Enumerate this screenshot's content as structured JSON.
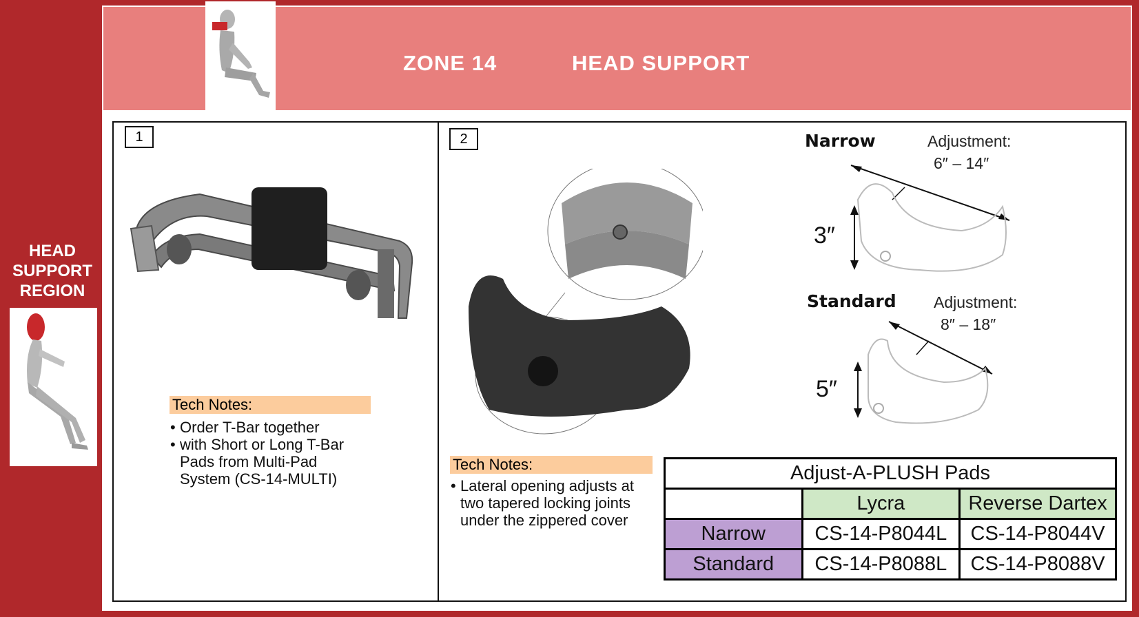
{
  "header": {
    "zone_label": "ZONE 14",
    "zone_title": "HEAD SUPPORT",
    "header_color": "#e87f7d",
    "frame_color": "#b0282b"
  },
  "sidebar": {
    "region_label_lines": [
      "HEAD",
      "SUPPORT",
      "REGION"
    ]
  },
  "panel_1": {
    "number": "1",
    "tech_notes_heading": "Tech Notes:",
    "tech_notes": [
      "Order T-Bar together",
      "with Short or Long T-Bar Pads from Multi-Pad System (CS-14-MULTI)"
    ]
  },
  "panel_2": {
    "number": "2",
    "tech_notes_heading": "Tech Notes:",
    "tech_notes": [
      "Lateral opening adjusts at two tapered locking joints under the zippered cover"
    ],
    "narrow": {
      "label": "Narrow",
      "adjustment_label": "Adjustment:",
      "adjustment_range": "6″ – 14″",
      "height": "3″"
    },
    "standard": {
      "label": "Standard",
      "adjustment_label": "Adjustment:",
      "adjustment_range": "8″ – 18″",
      "height": "5″"
    }
  },
  "pads_table": {
    "title": "Adjust-A-PLUSH Pads",
    "columns": [
      "Lycra",
      "Reverse Dartex"
    ],
    "rows": [
      {
        "label": "Narrow",
        "values": [
          "CS-14-P8044L",
          "CS-14-P8044V"
        ]
      },
      {
        "label": "Standard",
        "values": [
          "CS-14-P8088L",
          "CS-14-P8088V"
        ]
      }
    ],
    "column_color": "#cfe8c6",
    "row_color": "#bd9fd3"
  }
}
